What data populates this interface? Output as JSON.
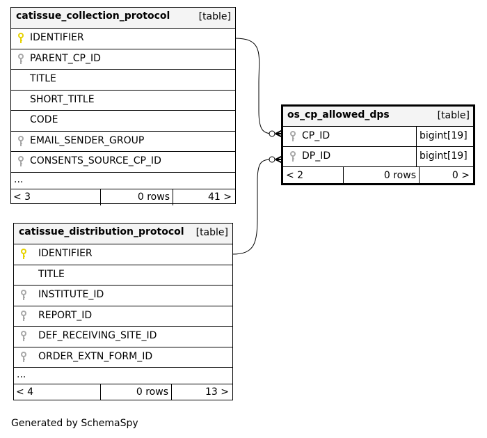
{
  "tables": {
    "collection_protocol": {
      "name": "catissue_collection_protocol",
      "kind": "[table]",
      "columns": [
        {
          "label": "IDENTIFIER",
          "key": "primary"
        },
        {
          "label": "PARENT_CP_ID",
          "key": "foreign"
        },
        {
          "label": "TITLE",
          "key": "none"
        },
        {
          "label": "SHORT_TITLE",
          "key": "none"
        },
        {
          "label": "CODE",
          "key": "none"
        },
        {
          "label": "EMAIL_SENDER_GROUP",
          "key": "foreign"
        },
        {
          "label": "CONSENTS_SOURCE_CP_ID",
          "key": "foreign"
        }
      ],
      "ellipsis": "...",
      "footer": {
        "parents": "< 3",
        "rows": "0 rows",
        "children": "41 >"
      }
    },
    "distribution_protocol": {
      "name": "catissue_distribution_protocol",
      "kind": "[table]",
      "columns": [
        {
          "label": "IDENTIFIER",
          "key": "primary"
        },
        {
          "label": "TITLE",
          "key": "none"
        },
        {
          "label": "INSTITUTE_ID",
          "key": "foreign"
        },
        {
          "label": "REPORT_ID",
          "key": "foreign"
        },
        {
          "label": "DEF_RECEIVING_SITE_ID",
          "key": "foreign"
        },
        {
          "label": "ORDER_EXTN_FORM_ID",
          "key": "foreign"
        }
      ],
      "ellipsis": "...",
      "footer": {
        "parents": "< 4",
        "rows": "0 rows",
        "children": "13 >"
      }
    },
    "allowed_dps": {
      "name": "os_cp_allowed_dps",
      "kind": "[table]",
      "columns": [
        {
          "label": "CP_ID",
          "key": "foreign",
          "type": "bigint[19]"
        },
        {
          "label": "DP_ID",
          "key": "foreign",
          "type": "bigint[19]"
        }
      ],
      "footer": {
        "parents": "< 2",
        "rows": "0 rows",
        "children": "0 >"
      }
    }
  },
  "credit": "Generated by SchemaSpy",
  "colors": {
    "primary_key": "#e6d200",
    "foreign_key": "#a8a8a8",
    "header_bg": "#f4f4f4",
    "border": "#000000"
  }
}
